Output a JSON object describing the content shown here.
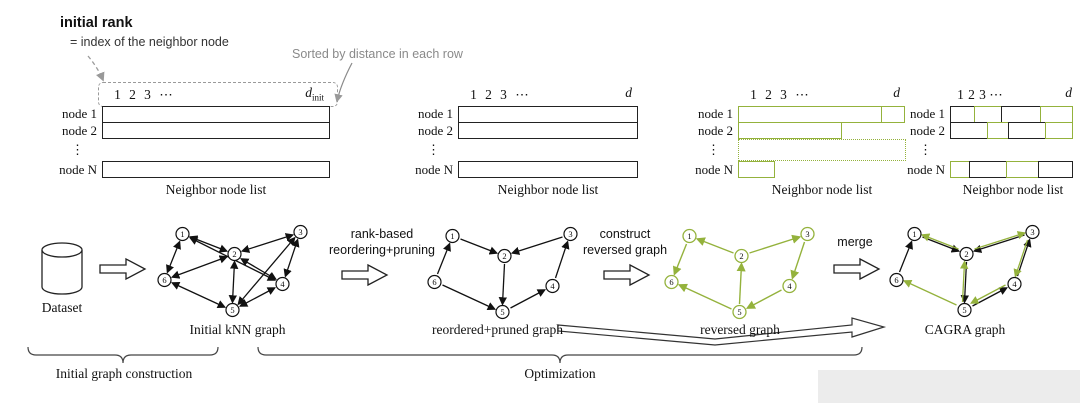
{
  "colors": {
    "green": "#94b23c",
    "gray_note": "#8a8a8a"
  },
  "annotations": {
    "initial_rank_title": "initial rank",
    "initial_rank_sub": "= index of the neighbor node",
    "sorted_note": "Sorted by distance in each row"
  },
  "table_common": {
    "nums": [
      "1",
      "2",
      "3"
    ],
    "ellipsis": "⋯",
    "row1": "node 1",
    "row2": "node 2",
    "dots": "⋮",
    "rowN": "node N",
    "caption": "Neighbor node list"
  },
  "tables": [
    {
      "d_base": "d",
      "d_sub": "init"
    },
    {
      "d_base": "d",
      "d_sub": ""
    },
    {
      "d_base": "d",
      "d_sub": ""
    },
    {
      "d_base": "d",
      "d_sub": ""
    }
  ],
  "flow": {
    "dataset_label": "Dataset",
    "step2_line1": "rank-based",
    "step2_line2": "reordering+pruning",
    "step3_line1": "construct",
    "step3_line2": "reversed graph",
    "step4": "merge"
  },
  "graphs": {
    "node_labels": [
      "1",
      "2",
      "3",
      "4",
      "5",
      "6"
    ],
    "captions": [
      "Initial kNN graph",
      "reordered+pruned graph",
      "reversed graph",
      "CAGRA graph"
    ]
  },
  "braces": {
    "left_label": "Initial graph construction",
    "right_label": "Optimization"
  }
}
